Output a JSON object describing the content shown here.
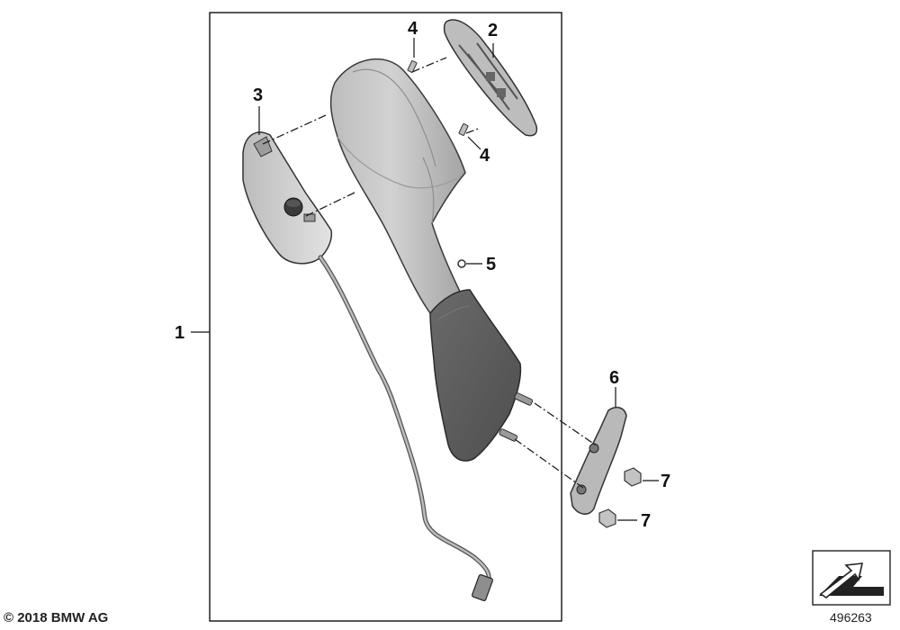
{
  "diagram": {
    "callouts": {
      "c1": "1",
      "c2": "2",
      "c3": "3",
      "c4a": "4",
      "c4b": "4",
      "c5": "5",
      "c6": "6",
      "c7a": "7",
      "c7b": "7"
    },
    "copyright": "© 2018 BMW AG",
    "image_number": "496263",
    "colors": {
      "housing_light": "#c9c9c9",
      "housing_mid": "#a9a9a9",
      "housing_dark": "#8c8c8c",
      "arm_dark": "#5f5f5f",
      "outline": "#222222",
      "frame": "#111111"
    },
    "icons": {
      "orientation": "arrow-orientation-icon"
    }
  }
}
